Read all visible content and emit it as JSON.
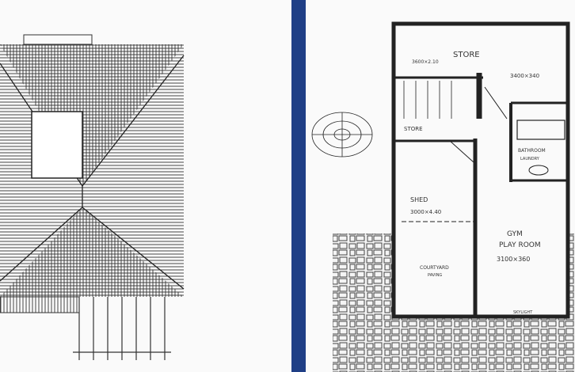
{
  "colors": {
    "binding_bar": "#1f3f86",
    "ink": "#2b2b2b",
    "paper": "#fafafa"
  },
  "floor_plan": {
    "rooms": {
      "store_top": "STORE",
      "store_top_size": "3600×2.10",
      "bedroom_size": "3400×340",
      "store_small": "STORE",
      "bathroom": "BATHROOM",
      "bathroom_sub": "LAUNDRY",
      "shed": "SHED",
      "shed_size": "3000×4.40",
      "gym_line1": "GYM",
      "gym_line2": "PLAY ROOM",
      "gym_size": "3100×360",
      "courtyard": "COURTYARD",
      "courtyard_sub": "PAVING",
      "skylight": "SKYLIGHT"
    }
  }
}
